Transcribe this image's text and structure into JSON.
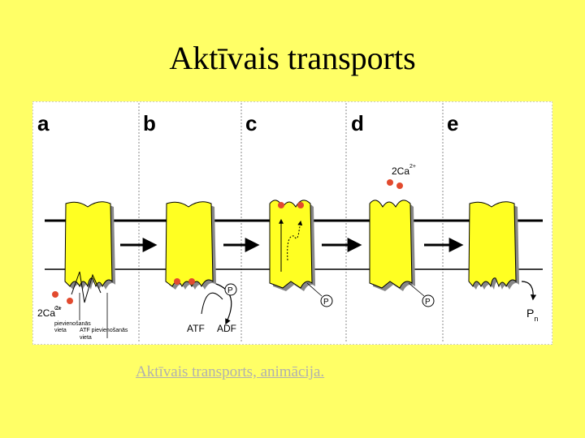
{
  "slide": {
    "title": "Aktīvais transports",
    "link_text": "Aktīvais transports, animācija."
  },
  "diagram": {
    "panel_labels": [
      "a",
      "b",
      "c",
      "d",
      "e"
    ],
    "calcium": {
      "base": "2Ca",
      "charge": "2+"
    },
    "phosphate": "P",
    "phosphate_inorganic": {
      "base": "P",
      "sub": "n"
    },
    "atf": "ATF",
    "adf": "ADF",
    "ca_site_label": [
      "Ca",
      "pievienošanās",
      "vieta"
    ],
    "atf_site_label": [
      "ATF pievienošanās",
      "vieta"
    ],
    "colors": {
      "background": "#ffff66",
      "pump": "#ffff22",
      "ion": "#e24a2e",
      "panel": "#ffffff"
    }
  }
}
